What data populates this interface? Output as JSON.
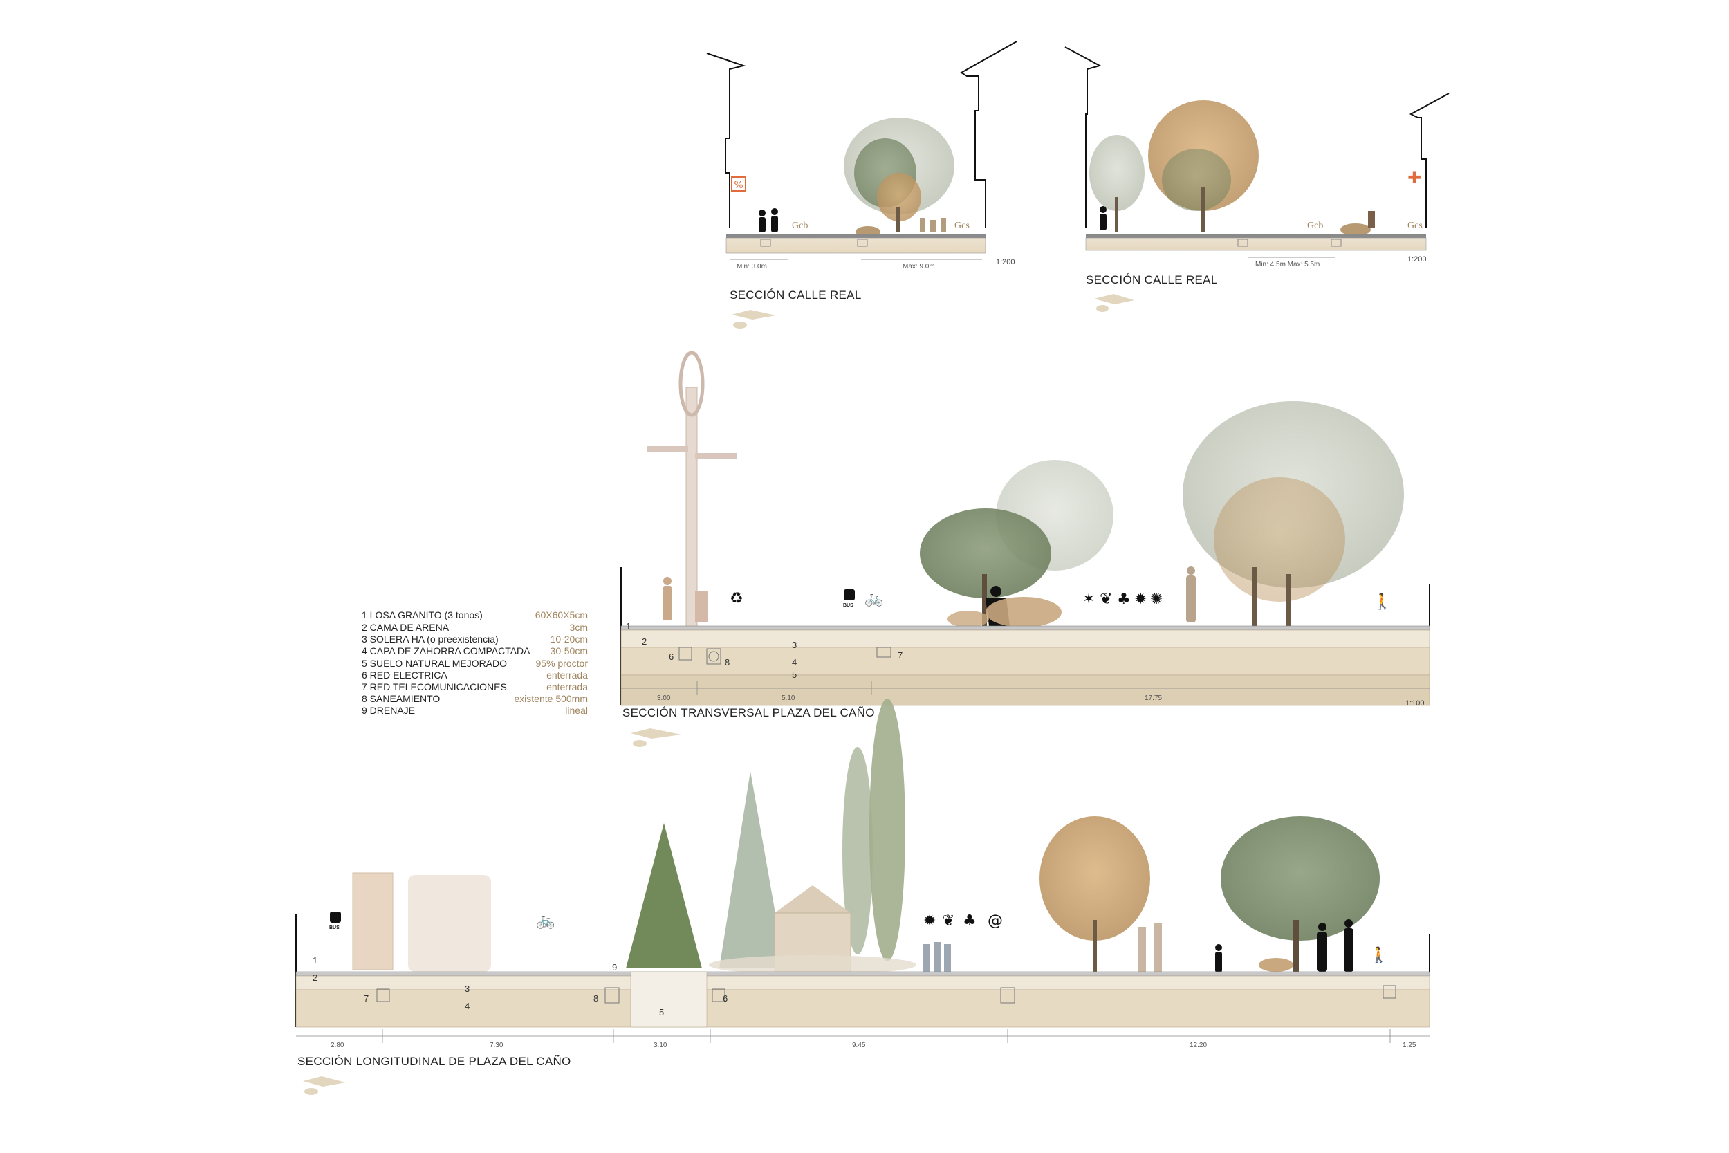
{
  "sections": {
    "calle_real_1": {
      "title": "SECCIÓN CALLE REAL",
      "scale": "1:200",
      "dims": [
        "Min: 3.0m",
        "Max: 9.0m"
      ],
      "labels": [
        "Gcb",
        "Gcs"
      ]
    },
    "calle_real_2": {
      "title": "SECCIÓN CALLE REAL",
      "scale": "1:200",
      "dims": [
        "Min: 4.5m Max: 5.5m"
      ],
      "labels": [
        "Gcb",
        "Gcs"
      ]
    },
    "transversal": {
      "title": "SECCIÓN TRANSVERSAL PLAZA DEL CAÑO",
      "scale": "1:100",
      "dims": [
        "3.00",
        "5.10",
        "17.75"
      ],
      "layer_numbers": [
        "1",
        "2",
        "3",
        "4",
        "5",
        "6",
        "7",
        "8"
      ]
    },
    "longitudinal": {
      "title": "SECCIÓN LONGITUDINAL DE PLAZA DEL CAÑO",
      "dims": [
        "2.80",
        "7.30",
        "3.10",
        "9.45",
        "12.20",
        "1.25"
      ],
      "layer_numbers": [
        "1",
        "2",
        "3",
        "4",
        "5",
        "6",
        "7",
        "8",
        "9"
      ]
    }
  },
  "legend": [
    {
      "label": "1 LOSA GRANITO  (3 tonos)",
      "value": "60X60X5cm"
    },
    {
      "label": "2 CAMA DE ARENA",
      "value": "3cm"
    },
    {
      "label": "3 SOLERA HA (o preexistencia)",
      "value": "10-20cm"
    },
    {
      "label": "4 CAPA DE ZAHORRA COMPACTADA",
      "value": "30-50cm"
    },
    {
      "label": "5 SUELO NATURAL MEJORADO",
      "value": "95% proctor"
    },
    {
      "label": "6 RED ELECTRICA",
      "value": "enterrada"
    },
    {
      "label": "7 RED TELECOMUNICACIONES",
      "value": "enterrada"
    },
    {
      "label": "8 SANEAMIENTO",
      "value": "existente 500mm"
    },
    {
      "label": "9 DRENAJE",
      "value": "lineal"
    }
  ],
  "icons": {
    "bus_text": "BUS",
    "at_sign": "@",
    "recycle": "♻",
    "bike": "🚲",
    "walk": "🚶"
  },
  "colors": {
    "ground_light": "#efe7d8",
    "ground_mid": "#e3d6bf",
    "ground_dark": "#d6c7ab",
    "accent_text": "#a08660",
    "tree_green": "#7c8f6a",
    "tree_autumn": "#c8a070",
    "tree_pale": "#c9ccc0",
    "orange_icon": "#e06b3c"
  }
}
